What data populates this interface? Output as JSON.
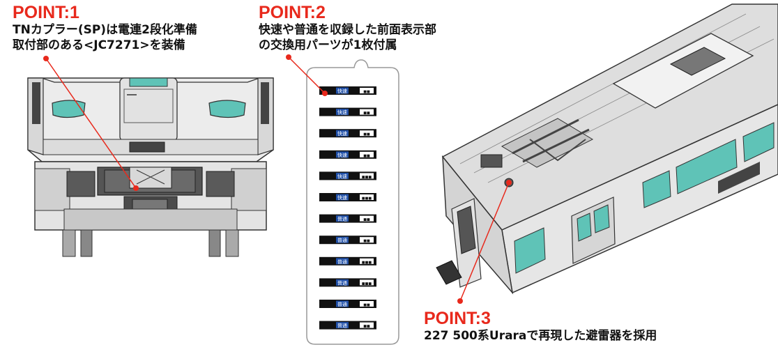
{
  "point1": {
    "title": "POINT:1",
    "line1": "TNカプラー(SP)は電連2段化準備",
    "line2": "取付部のある<JC7271>を装備"
  },
  "point2": {
    "title": "POINT:2",
    "line1": "快速や普通を収録した前面表示部",
    "line2": "の交換用パーツが1枚付属"
  },
  "point3": {
    "title": "POINT:3",
    "line1": "227 500系Uraraで再現した避雷器を採用"
  },
  "colors": {
    "accent": "#e8291c",
    "window": "#5fc3b7",
    "plate_bg": "#111111",
    "plate_blue": "#1f4fa8"
  },
  "destination_plates": [
    {
      "type": "快速",
      "dest": "■■"
    },
    {
      "type": "快速",
      "dest": "■■"
    },
    {
      "type": "快速",
      "dest": "■■"
    },
    {
      "type": "快速",
      "dest": "■■"
    },
    {
      "type": "快速",
      "dest": "■■■"
    },
    {
      "type": "快速",
      "dest": "■■■"
    },
    {
      "type": "普通",
      "dest": "■■"
    },
    {
      "type": "普通",
      "dest": "■■"
    },
    {
      "type": "普通",
      "dest": "■■■"
    },
    {
      "type": "普通",
      "dest": "■■■"
    },
    {
      "type": "普通",
      "dest": "■■"
    },
    {
      "type": "普通",
      "dest": "■■"
    }
  ]
}
